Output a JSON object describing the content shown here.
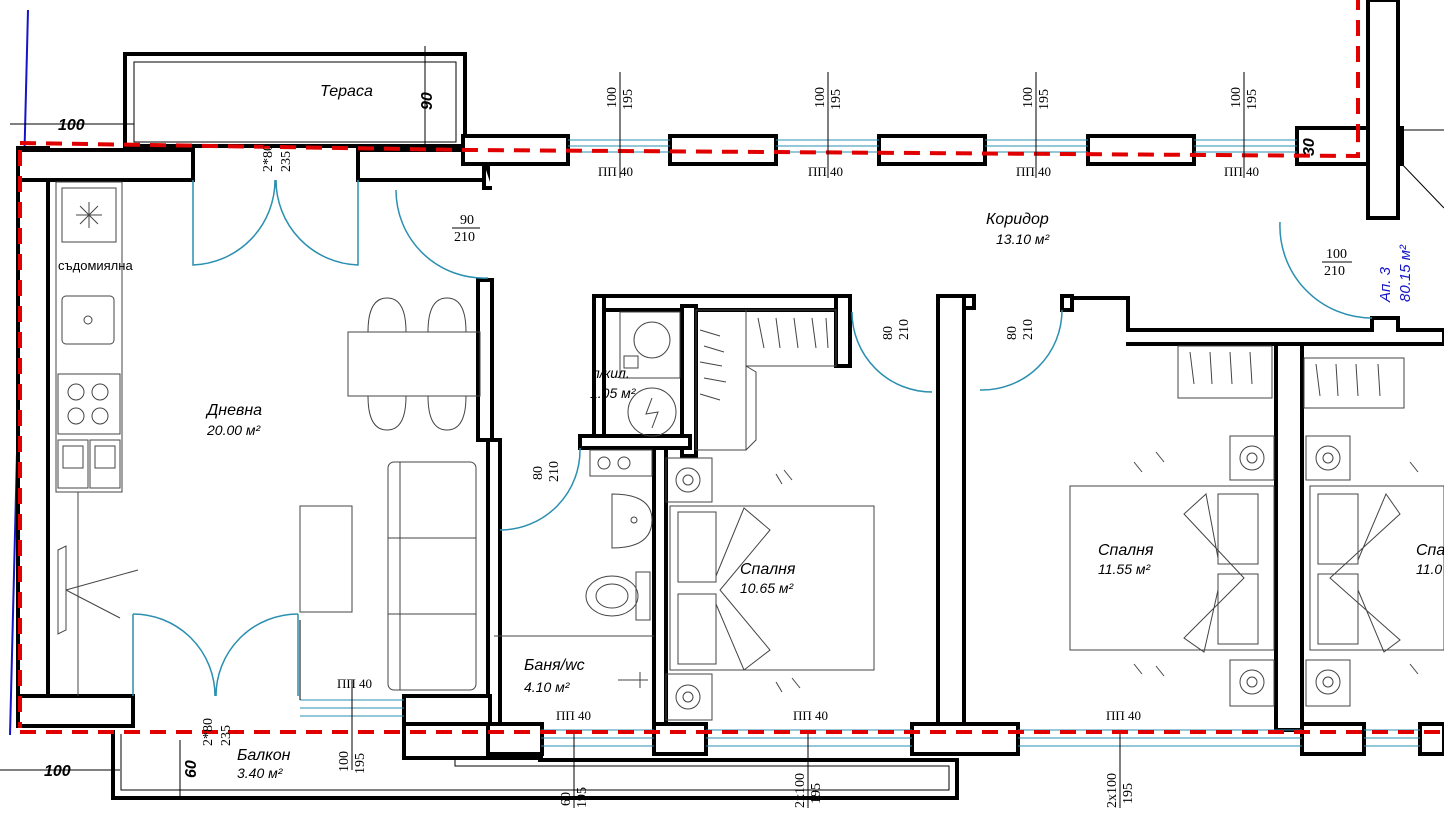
{
  "rooms": {
    "terrace": {
      "name": "Тераса"
    },
    "corridor": {
      "name": "Коридор",
      "area": "13.10 м²"
    },
    "living": {
      "name": "Дневна",
      "area": "20.00 м²"
    },
    "storage": {
      "name": "п/кил.",
      "area": "1.05 м²"
    },
    "bath": {
      "name": "Баня/wc",
      "area": "4.10 м²"
    },
    "bedroom1": {
      "name": "Спалня",
      "area": "10.65  м²"
    },
    "bedroom2": {
      "name": "Спалня",
      "area": "11.55  м²"
    },
    "bedroom3": {
      "name": "Спа",
      "area": "11.0"
    },
    "balcony": {
      "name": "Балкон",
      "area": "3.40 м²"
    }
  },
  "labels": {
    "dishwasher": "съдомиялна",
    "apartment_name": "Ап. 3",
    "apartment_area": "80.15 м²"
  },
  "dimensions": {
    "left_top": "100",
    "left_bottom": "100",
    "terrace_depth": "90",
    "balcony_depth": "60",
    "wall_right": "30",
    "terrace_door_a": "2*80",
    "terrace_door_b": "235",
    "balcony_door_a": "2*80",
    "balcony_door_b": "235",
    "corridor_door_a": "90",
    "corridor_door_b": "210",
    "entry_door_a": "100",
    "entry_door_b": "210",
    "bath_door_a": "80",
    "bath_door_b": "210",
    "bed1_door_a": "80",
    "bed1_door_b": "210",
    "bed2_door_a": "80",
    "bed2_door_b": "210",
    "top_win_a": "100",
    "top_win_b": "195",
    "bal_win_a": "100",
    "bal_win_b": "195",
    "bath_win_a": "60",
    "bath_win_b": "195",
    "bed1_win_a": "2x100",
    "bed1_win_b": "195",
    "bed2_win_a": "2x100",
    "bed2_win_b": "195"
  },
  "sills": {
    "label": "ПП 40"
  },
  "colors": {
    "walls": "#000000",
    "doors": "#2a8fb0",
    "boundary_red": "#e00000",
    "boundary_blue": "#1515c8"
  }
}
